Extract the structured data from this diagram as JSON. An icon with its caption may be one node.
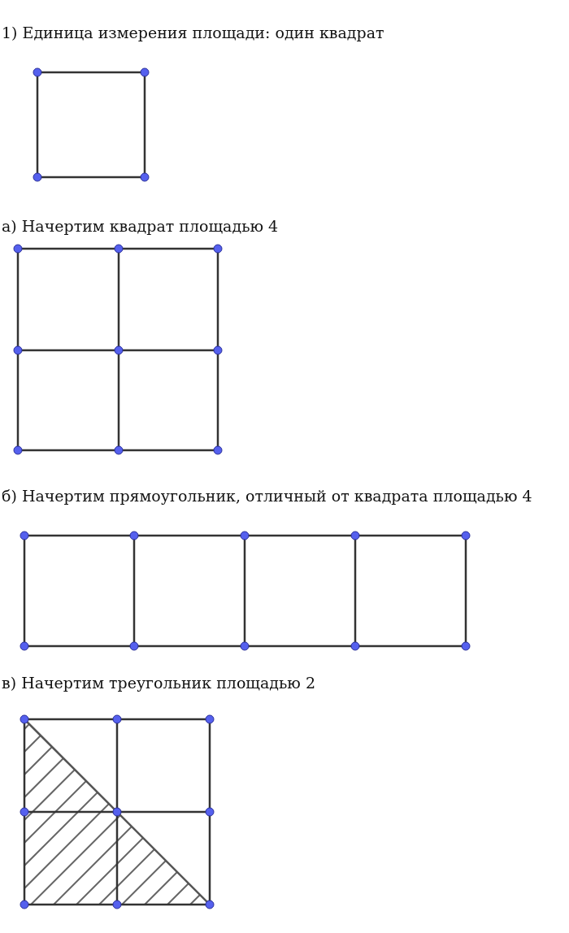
{
  "diagram": {
    "labels": [
      "1) Единица измерения площади: один квадрат",
      "а) Начертим квадрат площадью 4",
      "б) Начертим прямоугольник, отличный от квадрата площадью 4",
      "в) Начертим треугольник площадью 2"
    ]
  }
}
